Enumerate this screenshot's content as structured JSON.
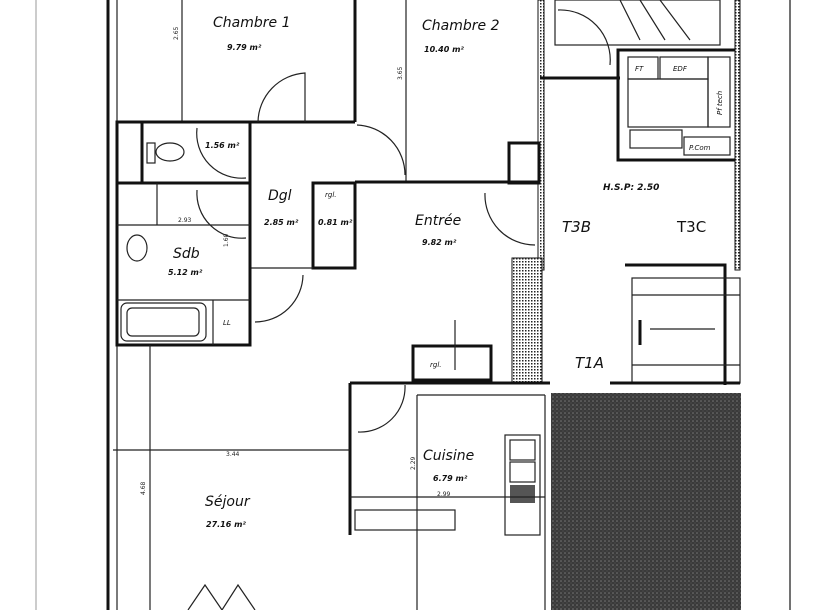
{
  "plan": {
    "rooms": {
      "chambre1": {
        "name": "Chambre 1",
        "area": "9.79 m²"
      },
      "chambre2": {
        "name": "Chambre 2",
        "area": "10.40 m²"
      },
      "wc": {
        "area": "1.56 m²"
      },
      "dgl": {
        "name": "Dgl",
        "area": "2.85 m²"
      },
      "rgl_small": {
        "name": "rgl.",
        "area": "0.81 m²"
      },
      "entree": {
        "name": "Entrée",
        "area": "9.82 m²"
      },
      "sdb": {
        "name": "Sdb",
        "area": "5.12 m²"
      },
      "cuisine": {
        "name": "Cuisine",
        "area": "6.79 m²"
      },
      "sejour": {
        "name": "Séjour",
        "area": "27.16 m²"
      },
      "rgl_entry": {
        "name": "rgl."
      }
    },
    "fixtures": {
      "ll": "LL",
      "ft": "FT",
      "edf": "EDF",
      "pf_tech": "Pf tech",
      "p_com": "P.Com"
    },
    "dimensions": {
      "chambre1_width": "2.65",
      "chambre2_width": "3.65",
      "sdb_width": "2.93",
      "sdb_depth": "1.60",
      "sejour_width": "3.44",
      "sejour_depth": "4.68",
      "cuisine_depth": "2.29",
      "cuisine_width": "2.99"
    },
    "zones": {
      "t3b": "T3B",
      "t3c": "T3C",
      "t1a": "T1A",
      "hsp": "H.S.P: 2.50"
    }
  }
}
